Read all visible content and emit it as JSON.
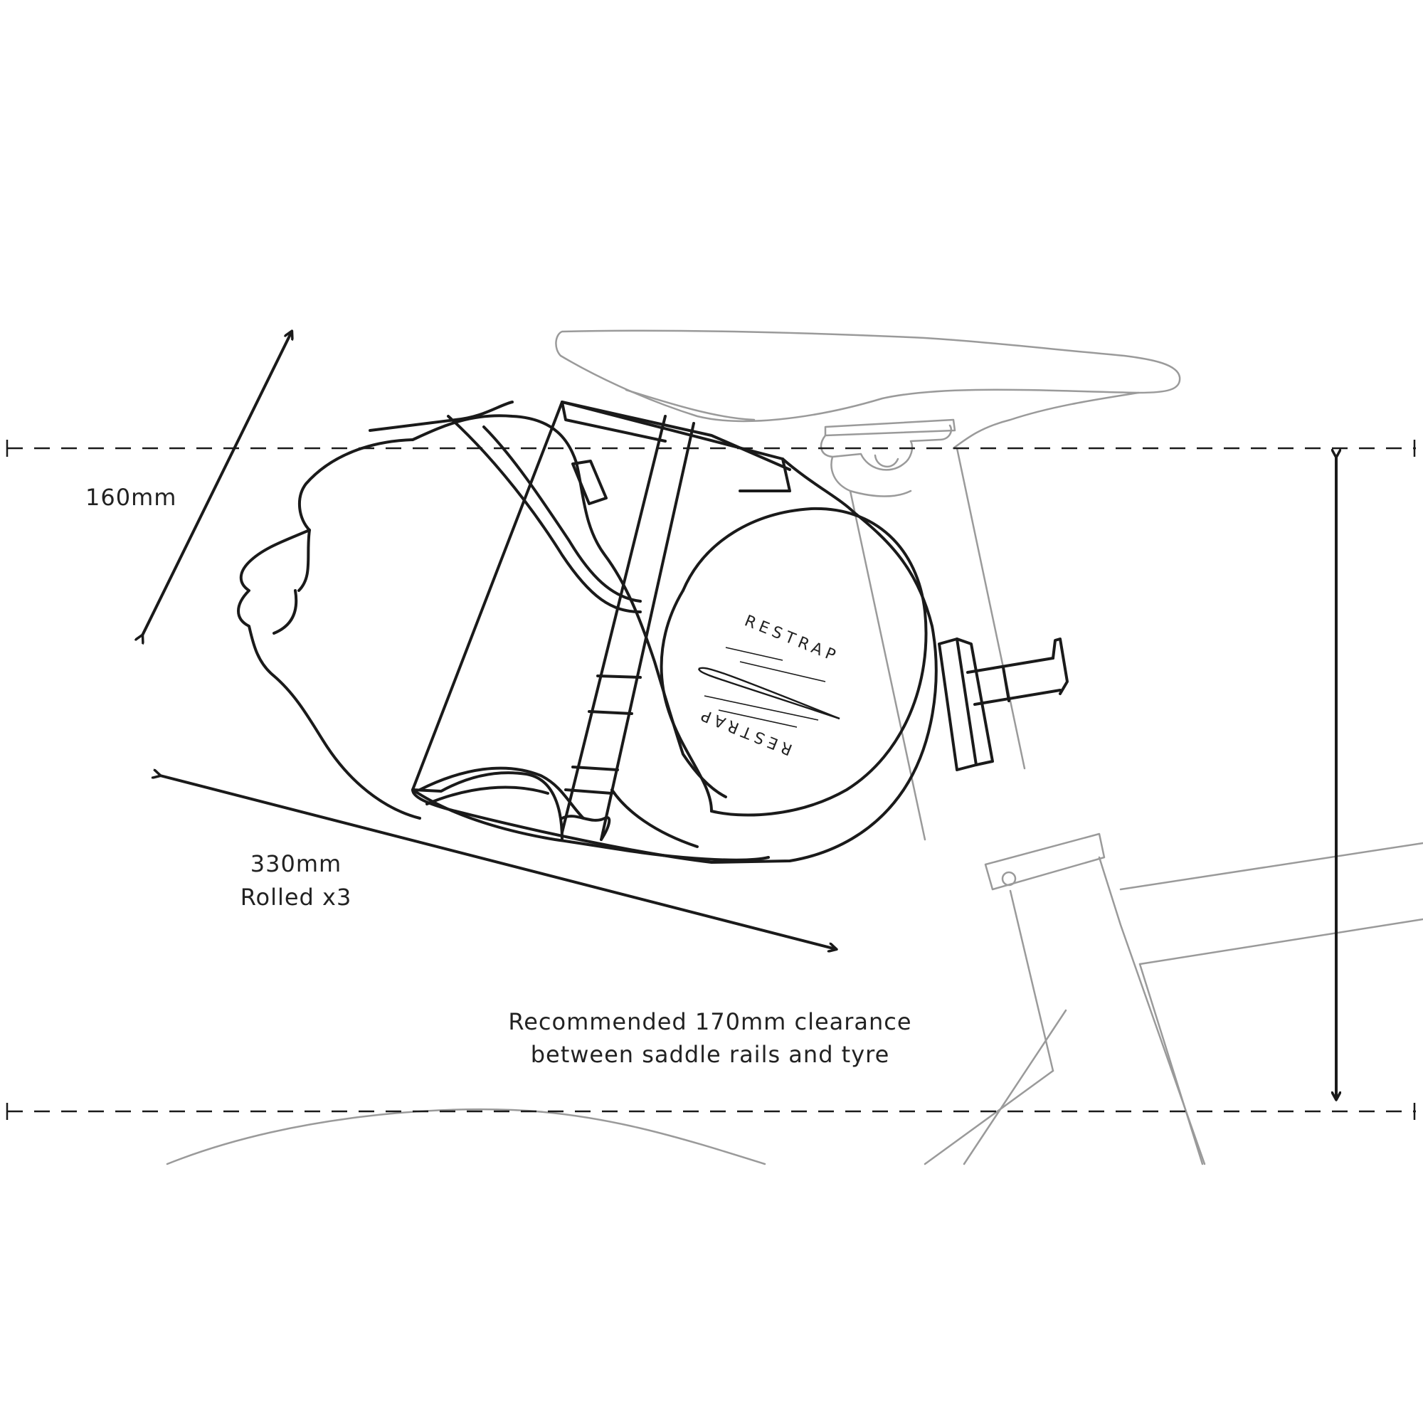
{
  "labels": {
    "height_dim": "160mm",
    "length_dim": "330mm",
    "length_note": "Rolled x3",
    "clearance_line1": "Recommended 170mm clearance",
    "clearance_line2": "between saddle rails and tyre"
  },
  "brand": {
    "top": "RESTRAP",
    "bottom": "RESTRAP"
  },
  "colors": {
    "ink": "#1a1a1a",
    "bike_line": "#9a9a9a",
    "background": "#ffffff"
  }
}
